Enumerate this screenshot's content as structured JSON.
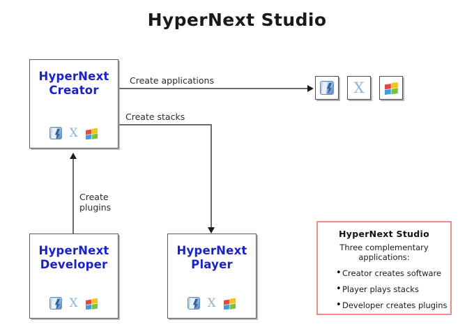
{
  "title": "HyperNext Studio",
  "boxes": {
    "creator": {
      "line1": "HyperNext",
      "line2": "Creator"
    },
    "developer": {
      "line1": "HyperNext",
      "line2": "Developer"
    },
    "player": {
      "line1": "HyperNext",
      "line2": "Player"
    }
  },
  "platform_icons": [
    {
      "name": "mac-os-icon",
      "label": "Mac"
    },
    {
      "name": "x11-icon",
      "label": "X"
    },
    {
      "name": "windows-icon",
      "label": "Windows"
    }
  ],
  "edges": {
    "create_applications": "Create applications",
    "create_stacks": "Create stacks",
    "create_plugins_line1": "Create",
    "create_plugins_line2": "plugins"
  },
  "legend": {
    "title": "HyperNext Studio",
    "subtitle": "Three complementary applications:",
    "items": [
      "Creator creates software",
      "Player plays stacks",
      "Developer creates plugins"
    ]
  },
  "colors": {
    "box_text": "#1a23c8",
    "legend_border": "#f08a8a",
    "connector": "#6b6b6b",
    "background": "#ffffff"
  }
}
